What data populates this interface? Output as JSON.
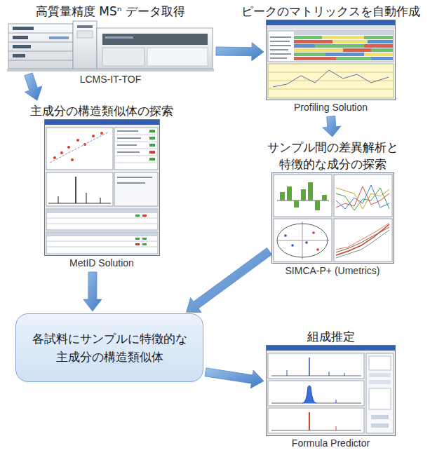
{
  "diagram": {
    "nodes": [
      {
        "text": [
          "高質量精度 MSⁿ データ取得",
          "LCMS-IT-TOF"
        ]
      },
      {
        "text": [
          "ピークのマトリックスを自動作成",
          "Profiling Solution"
        ]
      },
      {
        "text": [
          "主成分の構造類似体の探索",
          "MetID Solution"
        ]
      },
      {
        "text": [
          "サンプル間の差異解析と 特徴的な成分の探索",
          "SIMCA-P+ (Umetrics)"
        ]
      },
      {
        "text": [
          "各試料にサンプルに特徴的な 主成分の構造類似体"
        ]
      },
      {
        "text": [
          "組成推定",
          "Formula Predictor"
        ]
      }
    ],
    "edges": [
      {
        "from": 0,
        "to": 1,
        "arrow": "to"
      },
      {
        "from": 0,
        "to": 2,
        "arrow": "to"
      },
      {
        "from": 1,
        "to": 3,
        "arrow": "to"
      },
      {
        "from": 3,
        "to": 4,
        "arrow": "to"
      },
      {
        "from": 2,
        "to": 4,
        "arrow": "to"
      },
      {
        "from": 4,
        "to": 5,
        "arrow": "to"
      }
    ]
  }
}
